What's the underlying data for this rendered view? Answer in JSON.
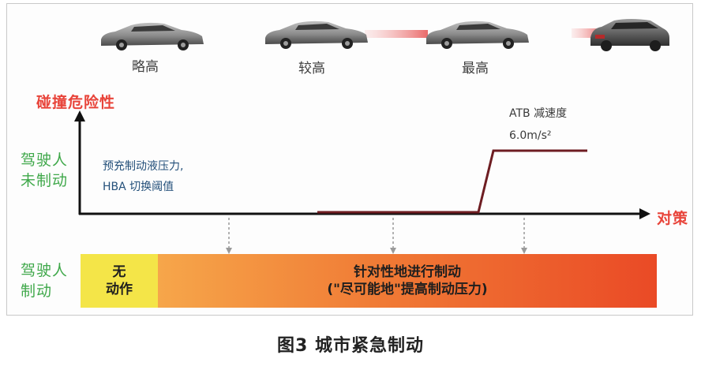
{
  "levels": [
    "略高",
    "较高",
    "最高"
  ],
  "y_axis_label": "碰撞危险性",
  "x_axis_label": "对策",
  "driver_no_brake": [
    "驾驶人",
    "未制动"
  ],
  "driver_brake": [
    "驾驶人",
    "制动"
  ],
  "precharge_note": [
    "预充制动液压力,",
    "HBA 切换阈值"
  ],
  "atb_note": [
    "ATB 减速度",
    "6.0m/s²"
  ],
  "bar": {
    "no_action": [
      "无",
      "动作"
    ],
    "targeted_brake": [
      "针对性地进行制动",
      "(\"尽可能地\"提高制动压力)"
    ]
  },
  "caption": "图3 城市紧急制动",
  "colors": {
    "axis_label_red": "#e8443a",
    "driver_green": "#3fa84a",
    "note_blue": "#24507a",
    "step_line": "#6e1d22",
    "bar_yellow": "#f4e548",
    "bar_orange_start": "#f6a64a",
    "bar_orange_end": "#ea4a26"
  }
}
